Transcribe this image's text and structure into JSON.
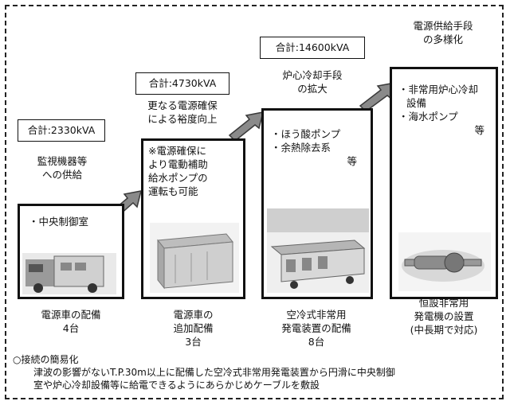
{
  "stage1": {
    "total": "合計:2330kVA",
    "caption": [
      "監視機器等",
      "への供給"
    ],
    "box_lines": [
      "・中央制御室"
    ],
    "bottom": [
      "電源車の配備",
      "4台"
    ]
  },
  "stage2": {
    "total": "合計:4730kVA",
    "caption": [
      "更なる電源確保",
      "による裕度向上"
    ],
    "box_lines": [
      "※電源確保に",
      "より電動補助",
      "給水ポンプの",
      "運転も可能"
    ],
    "bottom": [
      "電源車の",
      "追加配備",
      "3台"
    ]
  },
  "stage3": {
    "total": "合計:14600kVA",
    "caption": [
      "炉心冷却手段",
      "の拡大"
    ],
    "box_lines": [
      "・ほう酸ポンプ",
      "・余熱除去系",
      "等"
    ],
    "bottom": [
      "空冷式非常用",
      "発電装置の配備",
      "8台"
    ]
  },
  "stage4": {
    "caption": [
      "電源供給手段",
      "の多様化"
    ],
    "box_lines": [
      "・非常用炉心冷却",
      "設備",
      "・海水ポンプ",
      "等"
    ],
    "bottom": [
      "恒設非常用",
      "発電機の設置",
      "(中長期で対応)"
    ]
  },
  "note": {
    "heading": "○接続の簡易化",
    "lines": [
      "津波の影響がないT.P.30m以上に配備した空冷式非常用発電装置から円滑に中央制御",
      "室や炉心冷却設備等に給電できるようにあらかじめケーブルを敷設"
    ]
  },
  "colors": {
    "arrow_fill": "#8a8a8a",
    "arrow_stroke": "#3a3a3a",
    "border": "#111111"
  }
}
